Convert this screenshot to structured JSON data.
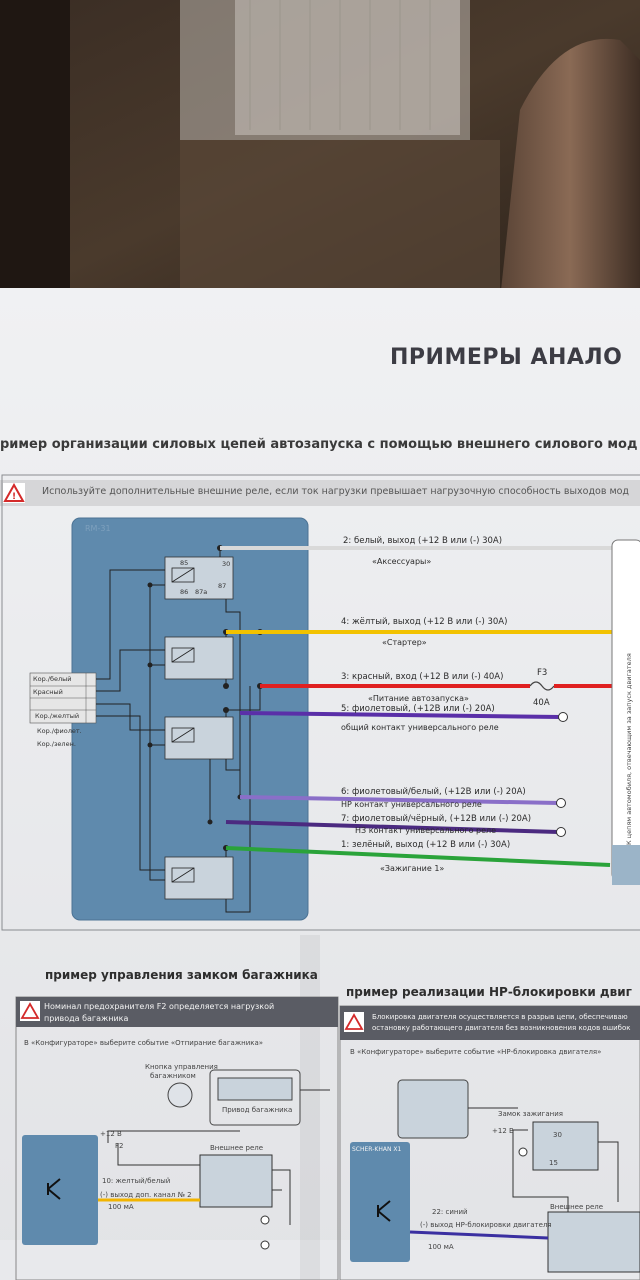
{
  "page_title": "ПРИМЕРЫ АНАЛО",
  "subtitle": "ример организации силовых цепей автозапуска с помощью внешнего силового мод",
  "warning": "Используйте дополнительные внешние реле, если ток нагрузки превышает нагрузочную способность выходов мод",
  "module_label": "RM-31",
  "pin_labels": [
    "Кор./белый",
    "Красный",
    "Кор./желтый",
    "Кор./фиолет.",
    "Кор./зелен."
  ],
  "relay_pins": {
    "p85": "85",
    "p86": "86",
    "p87a": "87a",
    "p87": "87",
    "p30": "30"
  },
  "wires": [
    {
      "label": "2: белый, выход (+12 В или (-) 30А)",
      "desc": "«Аксессуары»",
      "color": "#d9d9d9"
    },
    {
      "label": "4: жёлтый, выход (+12 В или (-) 30А)",
      "desc": "«Стартер»",
      "color": "#f2c200"
    },
    {
      "label": "3: красный, вход (+12 В или (-) 40А)",
      "desc": "«Питание автозапуска»",
      "color": "#e02020"
    },
    {
      "label": "5: фиолетовый, (+12В или (-) 20А)",
      "desc": "общий контакт универсального реле",
      "color": "#5a2fa8"
    },
    {
      "label": "6: фиолетовый/белый, (+12В или (-) 20А)",
      "desc": "НР контакт универсального реле",
      "color": "#8a6fc8"
    },
    {
      "label": "7: фиолетовый/чёрный, (+12В или (-) 20А)",
      "desc": "НЗ контакт универсального реле",
      "color": "#4b2a80"
    },
    {
      "label": "1: зелёный, выход (+12 В или (-) 30А)",
      "desc": "«Зажигание 1»",
      "color": "#2aa33a"
    }
  ],
  "fuse": {
    "name": "F3",
    "rating": "40A"
  },
  "side_note": "К цепям автомобиля, отвечающим за запуск двигателя",
  "trunk": {
    "title": "пример управления замком багажника",
    "warning_line1": "Номинал предохранителя F2 определяется нагрузкой",
    "warning_line2": "привода багажника",
    "config_note": "В «Конфигураторе» выберите событие «Отпирание багажника»",
    "button_label_1": "Кнопка управления",
    "button_label_2": "багажником",
    "drive_label": "Привод багажника",
    "v12": "+12 В",
    "fuse_name": "F2",
    "relay_label": "Внешнее реле",
    "wire_label": "10: желтый/белый",
    "wire_desc_1": "(-) выход доп. канал № 2",
    "wire_desc_2": "100 мА"
  },
  "block": {
    "title": "пример реализации НР-блокировки двиг",
    "warning_line1": "Блокировка двигателя осуществляется в разрыв цепи, обеспечиваю",
    "warning_line2": "остановку работающего двигателя без возникновения кодов ошибок",
    "config_note": "В «Конфигураторе» выберите событие «НР-блокировка двигателя»",
    "ignition_label": "Замок зажигания",
    "v12": "+12 В",
    "pin15": "15",
    "pin30": "30",
    "unit_label": "SCHER-KHAN X1",
    "relay_label": "Внешнее реле",
    "wire_label": "22: синий",
    "wire_desc_1": "(-) выход НР-блокировки двигателя",
    "wire_desc_2": "100 мА"
  }
}
